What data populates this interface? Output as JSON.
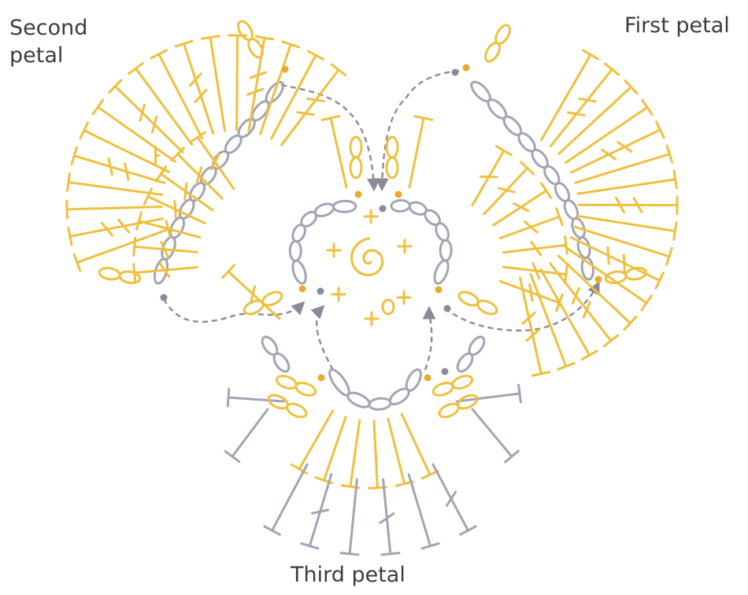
{
  "labels": {
    "second_petal_line1": "Second",
    "second_petal_line2": "petal",
    "first_petal": "First petal",
    "third_petal": "Third petal"
  },
  "colors": {
    "yellow": "#efc03e",
    "grey": "#a3a4b4",
    "dot_yellow": "#ecaa2c",
    "dot_grey": "#8a8b99",
    "label": "#3c3c3c"
  },
  "legend_of_symbols": {
    "chain": "oval",
    "slip_stitch": "dot",
    "single_crochet": "cross",
    "double_crochet": "post with one bar",
    "treble": "post with two bars",
    "magic_ring": "spiral"
  }
}
